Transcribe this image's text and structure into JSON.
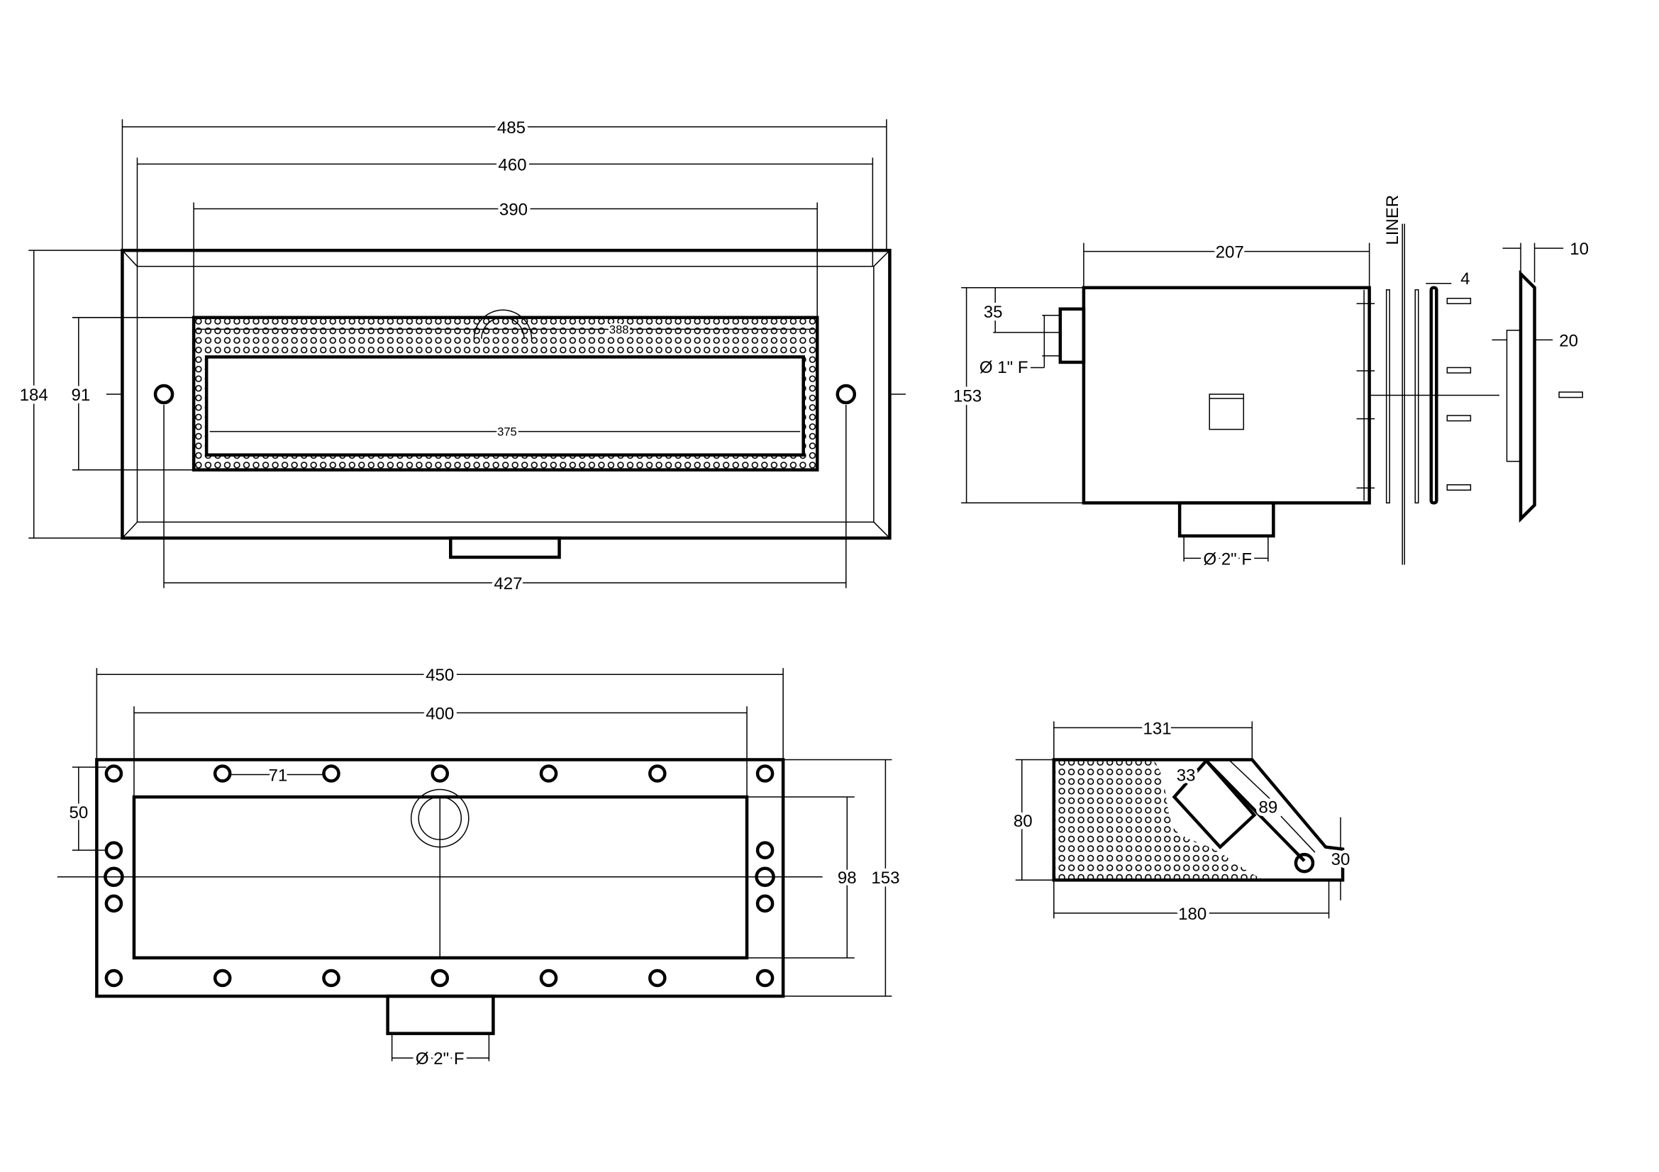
{
  "front_view": {
    "dims": {
      "overall_width": "485",
      "width_460": "460",
      "slot_width": "390",
      "screw_spacing": "427",
      "height": "184",
      "slot_height": "91",
      "grille_outer": "388",
      "grille_inner": "375"
    }
  },
  "side_view": {
    "dims": {
      "depth": "207",
      "height": "153",
      "inlet_offset": "35",
      "inlet_size": "Ø 1\" F",
      "outlet_size": "Ø 2\" F",
      "gasket": "4",
      "cover_depth": "10",
      "cover_lip": "20"
    },
    "liner_label": "LINER"
  },
  "rear_view": {
    "dims": {
      "width": "450",
      "inner_width": "400",
      "screw_pitch": "71",
      "edge_offset": "50",
      "inner_height": "98",
      "height": "153",
      "outlet_size": "Ø 2\" F"
    }
  },
  "section_view": {
    "dims": {
      "top": "131",
      "bottom": "180",
      "height": "80",
      "step": "30",
      "pipe": "33",
      "pipe_length": "89"
    }
  }
}
